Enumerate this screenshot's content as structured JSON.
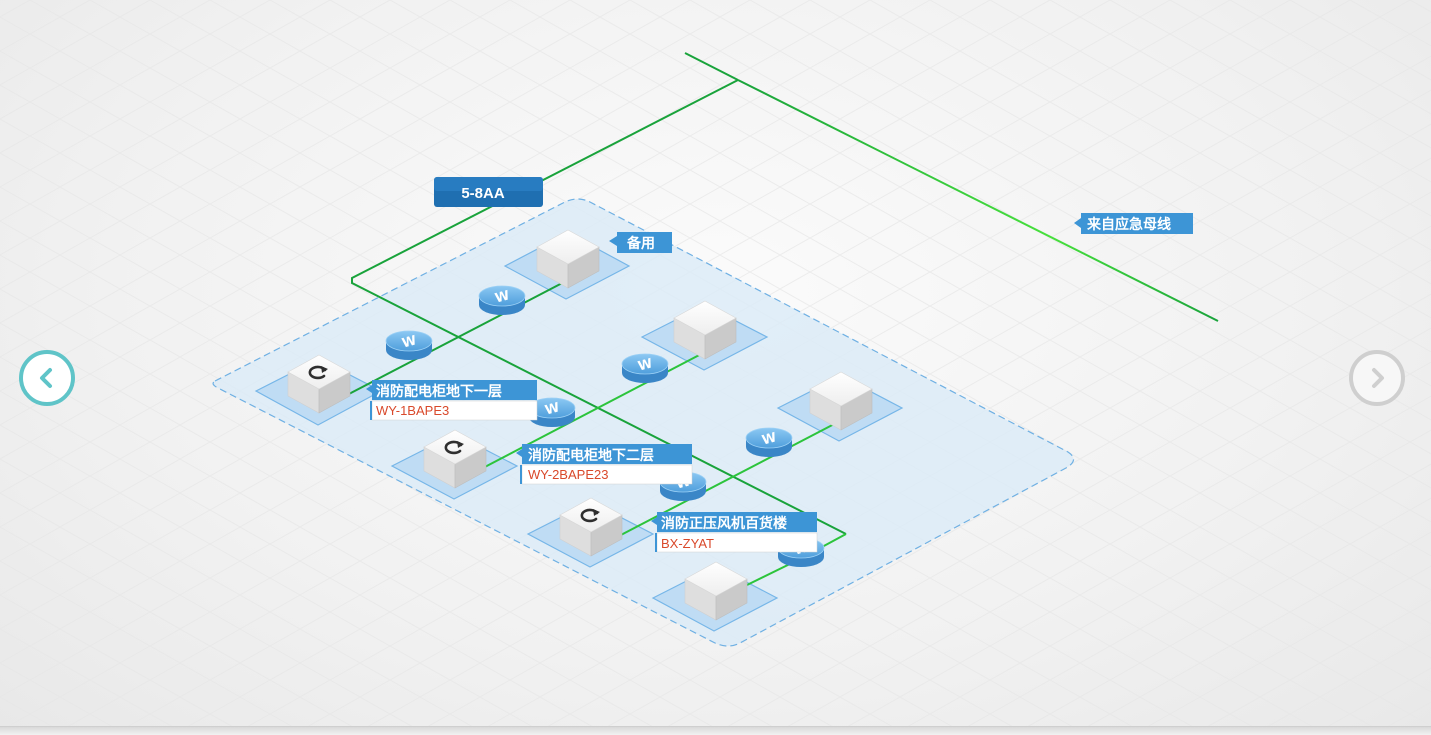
{
  "labels": {
    "cabinet_title": "5-8AA",
    "standby": "备用",
    "emergency_bus": "来自应急母线"
  },
  "devices": [
    {
      "name": "消防配电柜地下一层",
      "code": "WY-1BAPE3"
    },
    {
      "name": "消防配电柜地下二层",
      "code": "WY-2BAPE23"
    },
    {
      "name": "消防正压风机百货楼",
      "code": "BX-ZYAT"
    }
  ],
  "switch_glyph": "W",
  "icons": {
    "nav_prev": "chevron-left-icon",
    "nav_next": "chevron-right-icon",
    "device_status": "refresh-icon"
  },
  "colors": {
    "line_green": "#19a33b",
    "line_bright": "#47e03c",
    "label_blue": "#3d95d6",
    "title_blue": "#1f6fb1",
    "code_red": "#d9492b",
    "platform_fill": "#dcebf7",
    "nav_active": "#5fc4c8",
    "nav_inactive": "#cfcfcf"
  }
}
